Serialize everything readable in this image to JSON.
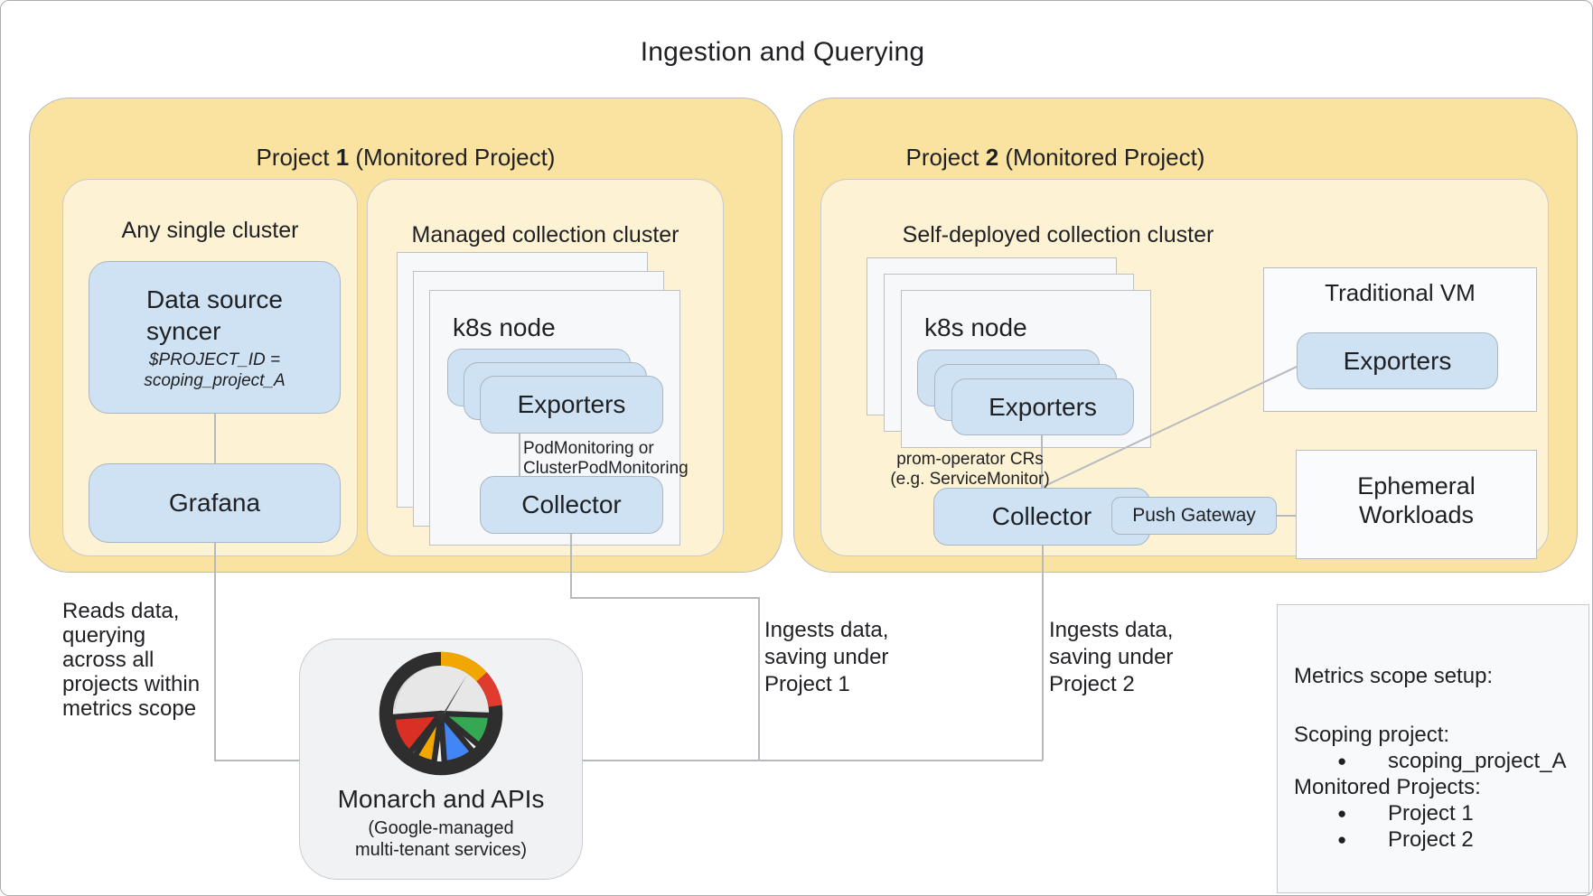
{
  "title": "Ingestion and Querying",
  "colors": {
    "project_yellow": "#fae2a0",
    "cluster_yellow": "#fdf2d3",
    "box_blue": "#cfe2f3",
    "card_white": "#f7f8fa",
    "line_gray": "#b6babf",
    "gauge_red": "#d93025",
    "gauge_yellow": "#f2a600",
    "gauge_blue": "#4285f4",
    "gauge_green": "#34a853"
  },
  "project1": {
    "title_prefix": "Project",
    "title_number": "1",
    "title_suffix": "(Monitored Project)",
    "any_cluster": {
      "label": "Any single cluster",
      "syncer_line1": "Data source",
      "syncer_line2": "syncer",
      "syncer_sub1": "$PROJECT_ID =",
      "syncer_sub2": "scoping_project_A",
      "grafana": "Grafana"
    },
    "managed": {
      "label": "Managed collection cluster",
      "node_label": "k8s node",
      "exporters": "Exporters",
      "note1": "PodMonitoring or",
      "note2": "ClusterPodMonitoring",
      "collector": "Collector"
    }
  },
  "project2": {
    "title_prefix": "Project",
    "title_number": "2",
    "title_suffix": "(Monitored Project)",
    "self_deployed": {
      "label": "Self-deployed collection cluster",
      "node_label": "k8s node",
      "exporters": "Exporters",
      "note1": "prom-operator CRs",
      "note2": "(e.g. ServiceMonitor)",
      "collector": "Collector",
      "push_gateway": "Push Gateway",
      "traditional_vm_label": "Traditional VM",
      "traditional_vm_exporters": "Exporters",
      "ephemeral_line1": "Ephemeral",
      "ephemeral_line2": "Workloads"
    }
  },
  "monarch": {
    "title": "Monarch and APIs",
    "sub1": "(Google-managed",
    "sub2": "multi-tenant services)"
  },
  "annotations": {
    "reads": [
      "Reads data,",
      "querying",
      "across all",
      "projects within",
      "metrics scope"
    ],
    "ingests1": [
      "Ingests data,",
      "saving under",
      "Project 1"
    ],
    "ingests2": [
      "Ingests data,",
      "saving under",
      "Project 2"
    ]
  },
  "metrics_scope": {
    "bullet": "●",
    "title": "Metrics scope setup:",
    "scoping_label": "Scoping project:",
    "scoping_items": [
      "scoping_project_A"
    ],
    "monitored_label": "Monitored Projects:",
    "monitored_items": [
      "Project 1",
      "Project 2"
    ]
  }
}
